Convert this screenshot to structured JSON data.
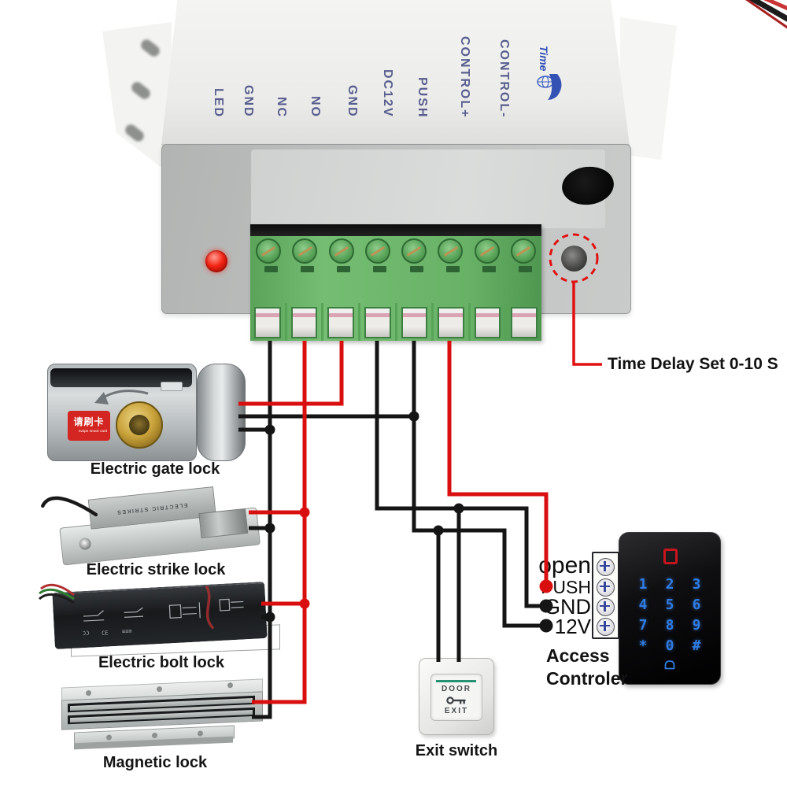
{
  "power_supply": {
    "brand_logo": "Time",
    "terminal_labels": [
      "LED",
      "GND",
      "NC",
      "NO",
      "GND",
      "DC12V",
      "PUSH",
      "CONTROL+",
      "CONTROL-"
    ],
    "annotation": "Time Delay Set 0-10 S"
  },
  "devices": {
    "gate_lock": {
      "caption": "Electric gate lock",
      "sticker_line1": "请刷卡",
      "sticker_line2": "swipe smart card"
    },
    "strike_lock": {
      "caption": "Electric strike lock",
      "engraving": "ELECTRIC STRIKES"
    },
    "bolt_lock": {
      "caption": "Electric bolt lock"
    },
    "magnetic_lock": {
      "caption": "Magnetic lock"
    },
    "exit_switch": {
      "caption": "Exit switch",
      "button_text_top": "DOOR",
      "button_text_bottom": "EXIT"
    }
  },
  "access_controller": {
    "caption_line1": "Access",
    "caption_line2": "Controler",
    "wiring_terminals": [
      "open",
      "PUSH",
      "GND",
      "12V"
    ],
    "keypad_keys": [
      "1",
      "2",
      "3",
      "4",
      "5",
      "6",
      "7",
      "8",
      "9",
      "*",
      "0",
      "#"
    ]
  },
  "colors": {
    "wire_red": "#d90f0f",
    "wire_black": "#151515",
    "terminal_block_green": "#68b166",
    "keypad_key_blue": "#2f7ce2",
    "indicator_red_square": "#c5161d",
    "led_red": "#f32413",
    "annotation_red": "#e01010"
  }
}
